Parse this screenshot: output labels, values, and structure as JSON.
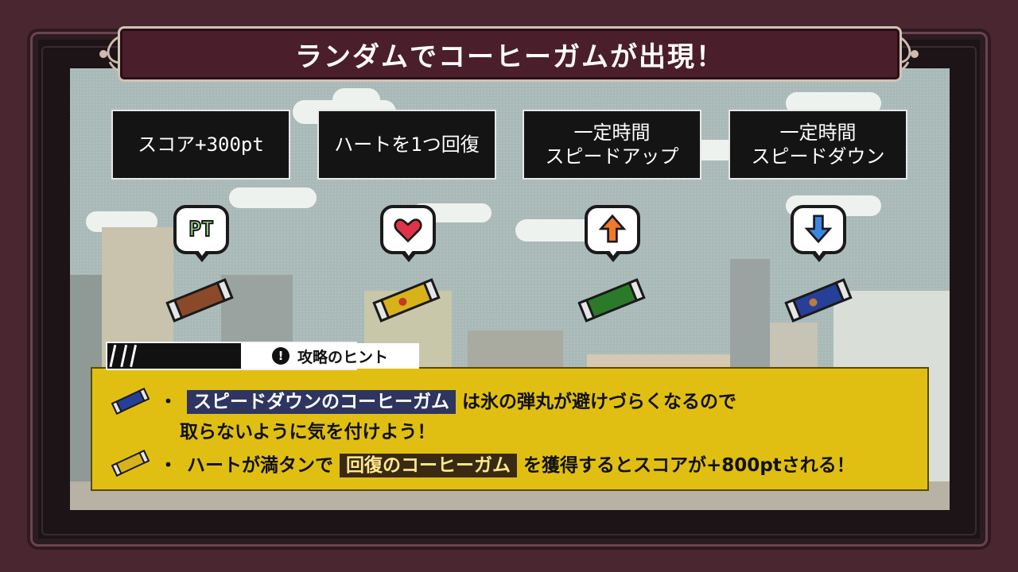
{
  "title": "ランダムでコーヒーガムが出現！",
  "cards": [
    {
      "label": "スコア+300pt"
    },
    {
      "label": "ハートを1つ回復"
    },
    {
      "label": "一定時間\nスピードアップ"
    },
    {
      "label": "一定時間\nスピードダウン"
    }
  ],
  "bubbles": [
    {
      "icon": "pt-icon",
      "text": "PT"
    },
    {
      "icon": "heart-icon"
    },
    {
      "icon": "arrow-up-icon"
    },
    {
      "icon": "arrow-down-icon"
    }
  ],
  "gums": [
    {
      "icon": "brown-gum-icon",
      "color": "#8a4a2a"
    },
    {
      "icon": "yellow-gum-icon",
      "color": "#d8b21a"
    },
    {
      "icon": "green-gum-icon",
      "color": "#2a7a2a"
    },
    {
      "icon": "blue-gum-icon",
      "color": "#263f98"
    }
  ],
  "hint": {
    "header": "攻略のヒント",
    "tip1": {
      "bullet": "・",
      "highlight": "スピードダウンのコーヒーガム",
      "rest1": "は氷の弾丸が避けづらくなるので",
      "rest2": "取らないように気を付けよう！"
    },
    "tip2": {
      "bullet": "・",
      "pre": "ハートが満タンで",
      "highlight": "回復のコーヒーガム",
      "post": "を獲得するとスコアが+800ptされる！"
    }
  },
  "colors": {
    "frame": "#4a2630",
    "title_bg": "#4a1e2a",
    "hint_bg": "#e0bf12",
    "highlight_blue": "#2e3560",
    "highlight_dark": "#3a2a14"
  }
}
